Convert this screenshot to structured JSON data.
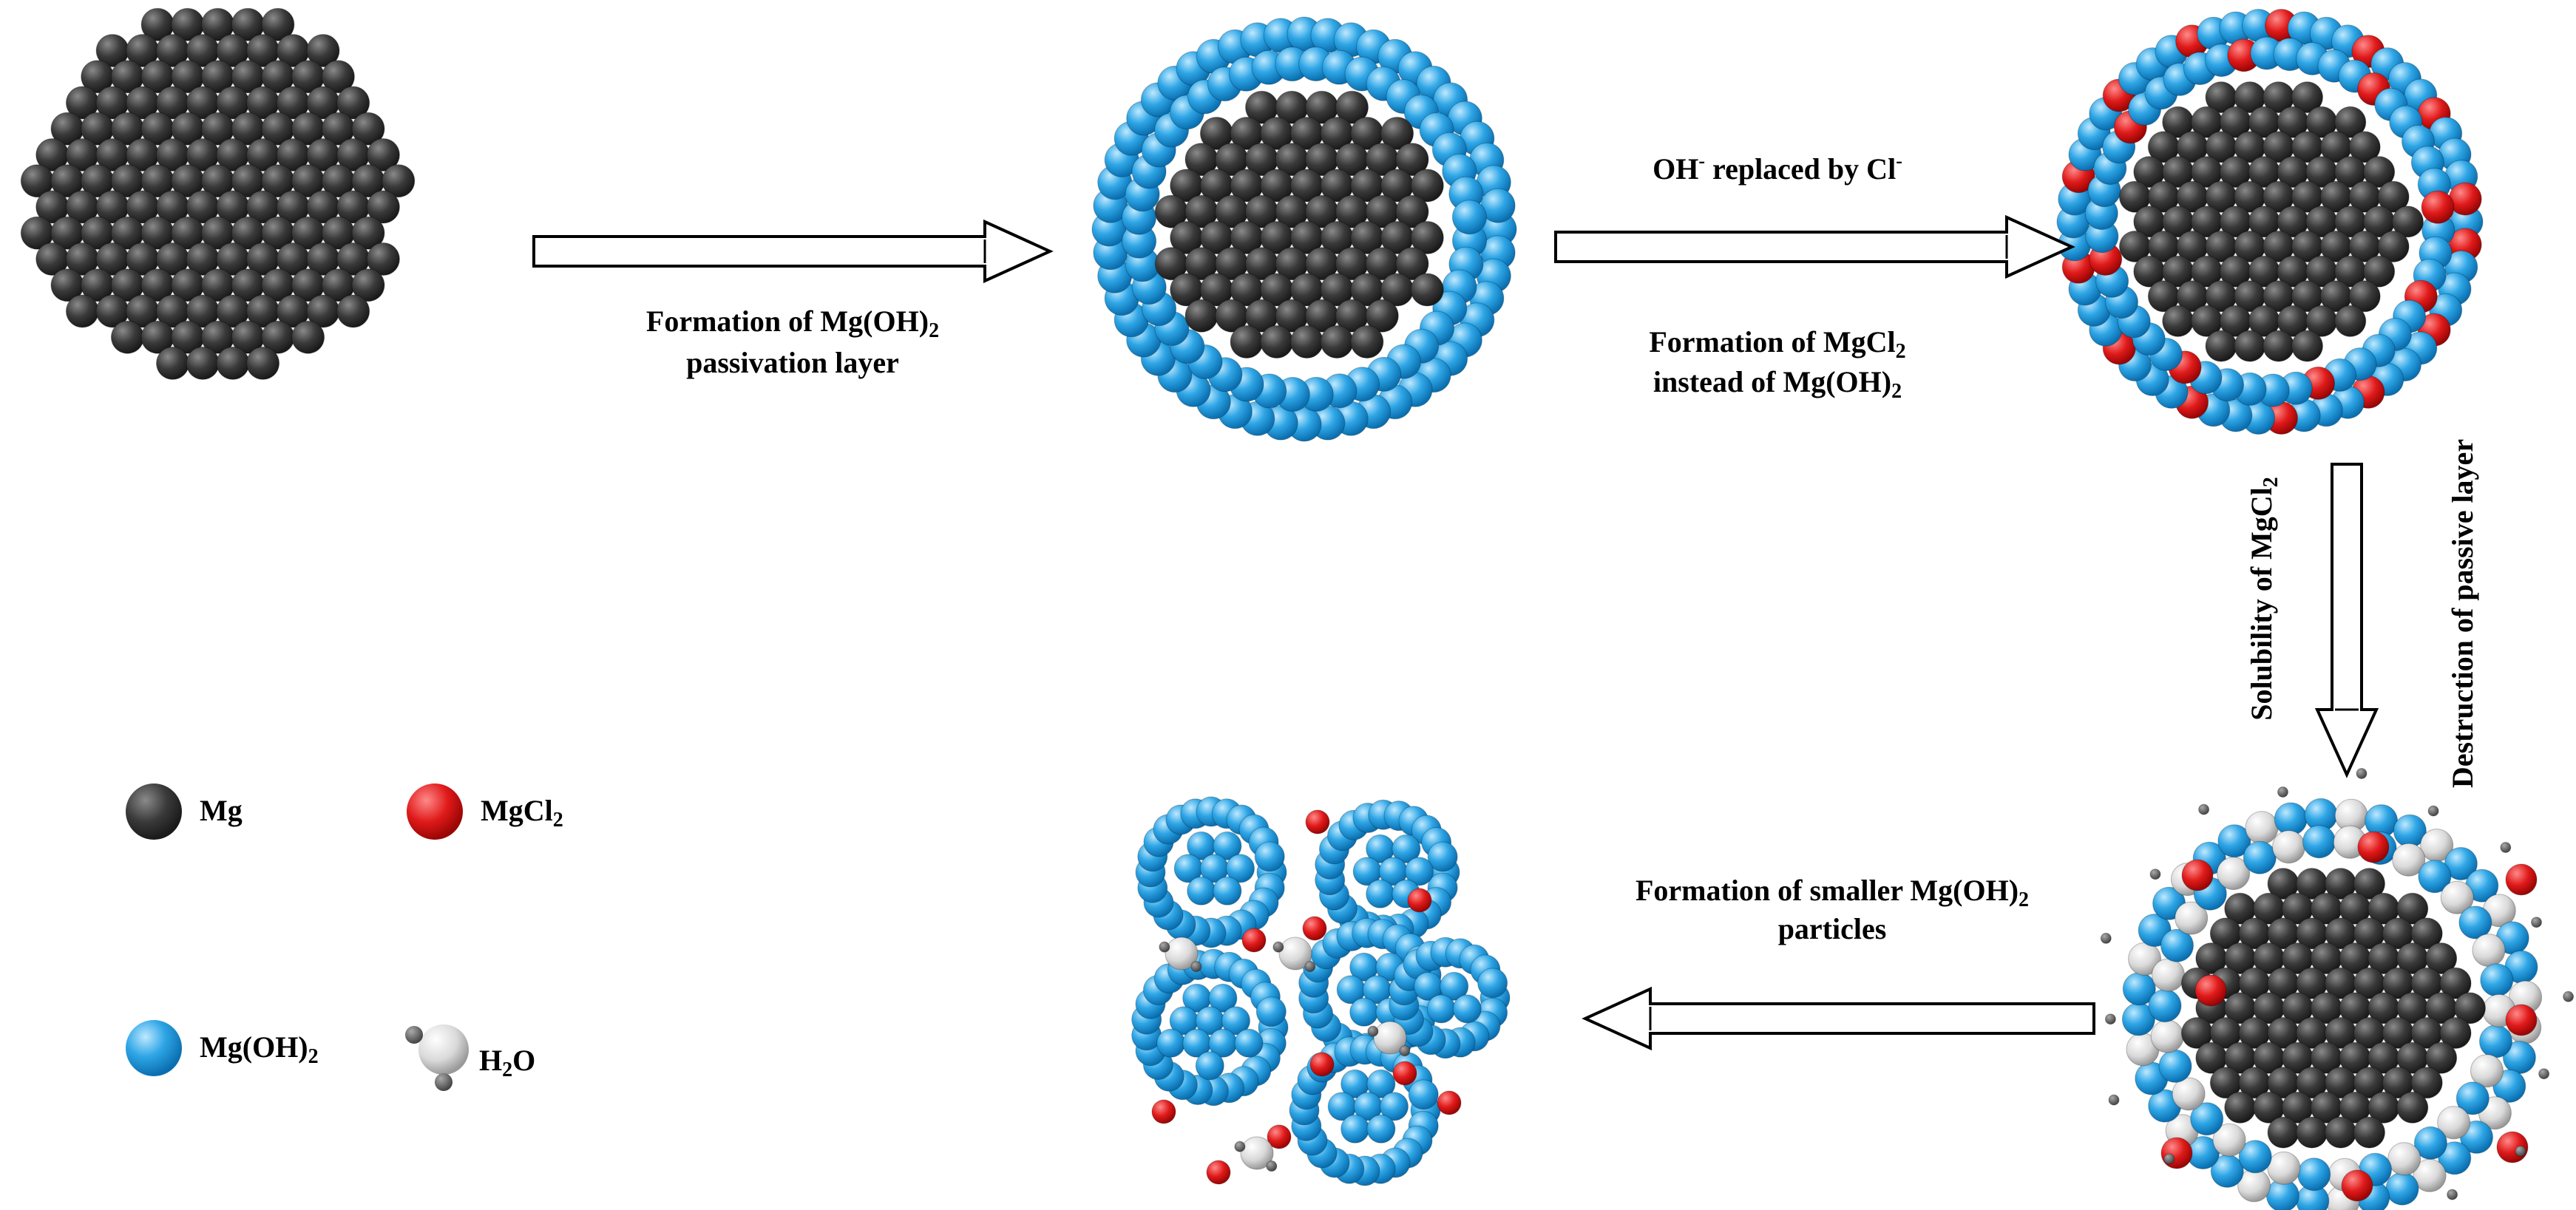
{
  "colors": {
    "mg": "#3a3a3a",
    "mg_oh2": "#2fa6e6",
    "mgcl2": "#e01a1a",
    "h2o": "#d9d9d9",
    "h2o_h": "#555555",
    "arrow_stroke": "#000000"
  },
  "steps": {
    "step1": {
      "label_line1": "Formation of Mg(OH)",
      "label_line1_sub": "2",
      "label_line2": "passivation layer"
    },
    "step2": {
      "top_main": "OH",
      "top_sup": "-",
      "top_mid": " replaced by Cl",
      "top_sup2": "-",
      "bottom_line1": "Formation of MgCl",
      "bottom_line1_sub": "2",
      "bottom_line2": "instead of Mg(OH)",
      "bottom_line2_sub": "2"
    },
    "step3": {
      "left_label": "Solubility of  MgCl",
      "left_label_sub": "2",
      "right_label": "Destruction of passive layer"
    },
    "step4": {
      "label_line1": "Formation of smaller Mg(OH)",
      "label_line1_sub": "2",
      "label_line2": "particles"
    }
  },
  "legend": {
    "mg": {
      "label": "Mg",
      "icon": "black-sphere-icon"
    },
    "mgcl2": {
      "label": "MgCl",
      "sub": "2",
      "icon": "red-sphere-icon"
    },
    "mgoh2": {
      "label": "Mg(OH)",
      "sub": "2",
      "icon": "blue-sphere-icon"
    },
    "h2o": {
      "label": "H",
      "sub": "2",
      "label_end": "O",
      "icon": "water-molecule-icon"
    }
  }
}
